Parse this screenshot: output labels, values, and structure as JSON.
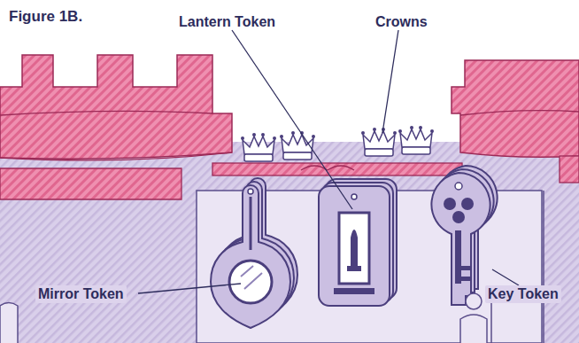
{
  "diagram": {
    "title": "Figure 1B.",
    "labels": [
      "Lantern Token",
      "Crowns",
      "Mirror Token",
      "Key Token"
    ]
  }
}
